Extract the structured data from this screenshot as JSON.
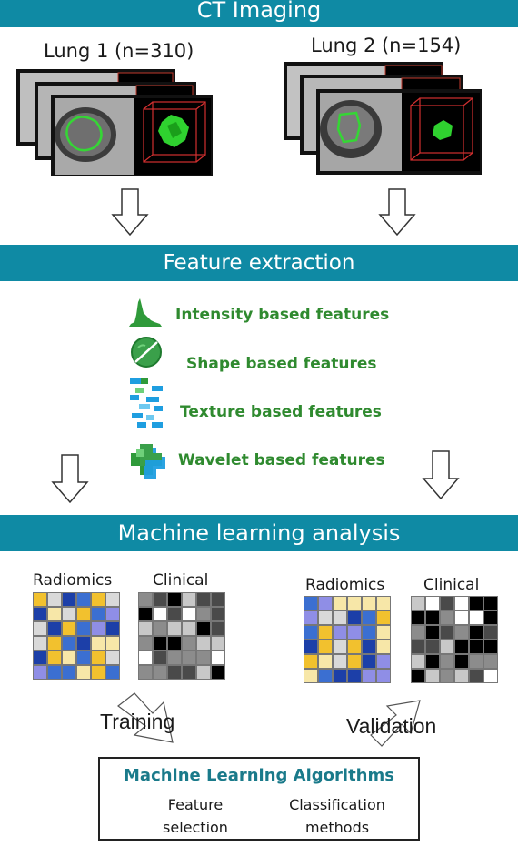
{
  "sections": {
    "ct": "CT Imaging",
    "features": "Feature extraction",
    "ml": "Machine learning analysis"
  },
  "lungs": [
    {
      "title": "Lung 1 (n=310)"
    },
    {
      "title": "Lung 2 (n=154)"
    }
  ],
  "feature_list": [
    {
      "label": "Intensity based features",
      "icon": "histogram-icon"
    },
    {
      "label": "Shape based features",
      "icon": "shape-sphere-icon"
    },
    {
      "label": "Texture based features",
      "icon": "texture-pattern-icon"
    },
    {
      "label": "Wavelet based features",
      "icon": "wavelet-cross-icon"
    }
  ],
  "matrices": {
    "radiomics_label": "Radiomics",
    "clinical_label": "Clinical",
    "radiomics_colors": [
      "#1c3fa8",
      "#3b6fd1",
      "#f2c12e",
      "#d9d9d9",
      "#8f8ee6",
      "#f7e7a8"
    ]
  },
  "flow": {
    "training": "Training",
    "validation": "Validation"
  },
  "ml_box": {
    "title": "Machine Learning Algorithms",
    "item1": "Feature\nselection",
    "item2": "Classification\nmethods"
  }
}
